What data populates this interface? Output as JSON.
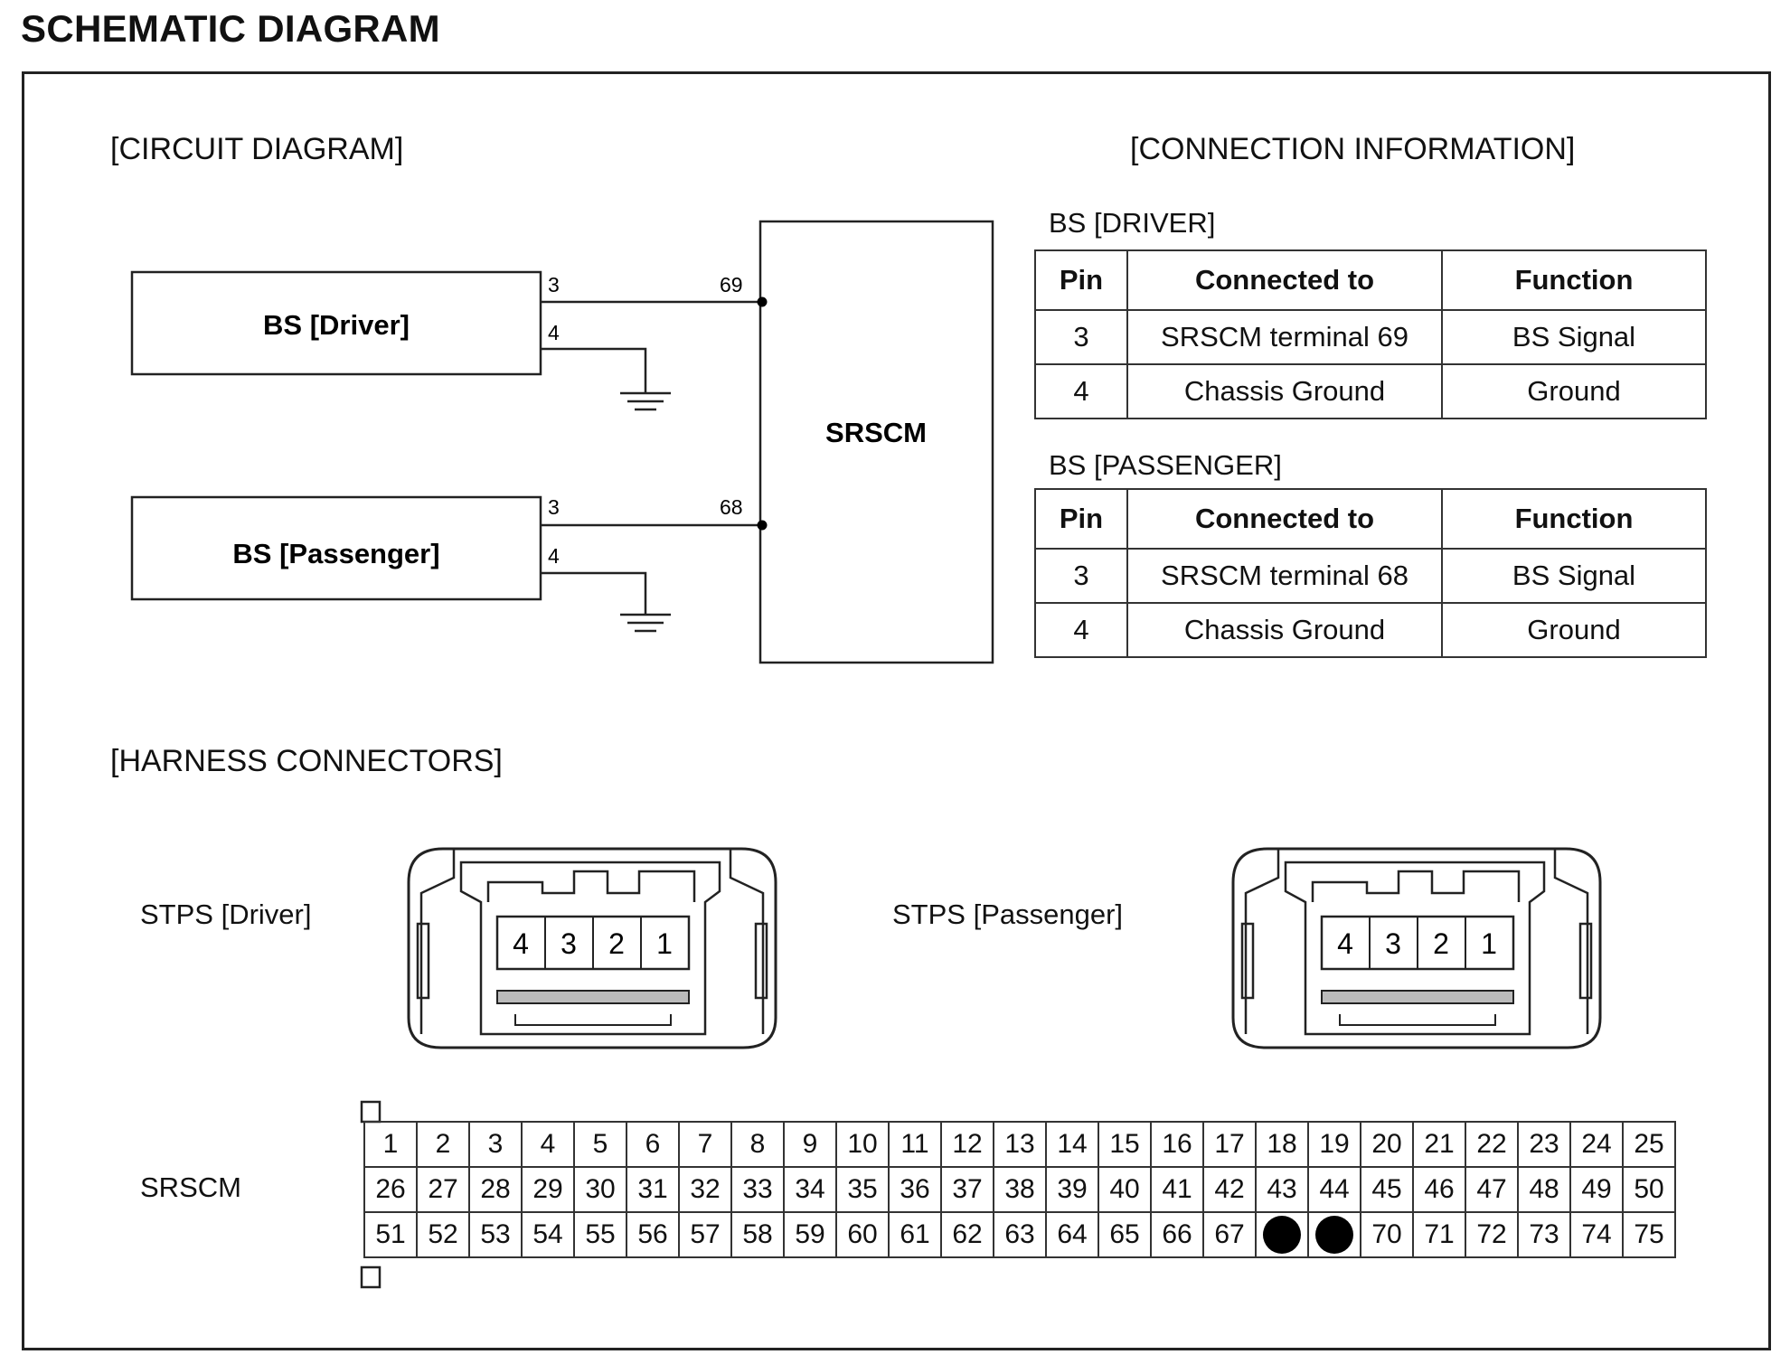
{
  "title": "SCHEMATIC DIAGRAM",
  "circuit": {
    "heading": "[CIRCUIT DIAGRAM]",
    "driver_label": "BS [Driver]",
    "passenger_label": "BS [Passenger]",
    "module_label": "SRSCM",
    "driver_pin_signal": "3",
    "driver_pin_ground": "4",
    "passenger_pin_signal": "3",
    "passenger_pin_ground": "4",
    "srscm_pin_driver": "69",
    "srscm_pin_passenger": "68"
  },
  "connection": {
    "heading": "[CONNECTION INFORMATION]",
    "headers": [
      "Pin",
      "Connected to",
      "Function"
    ],
    "driver": {
      "title": "BS [DRIVER]",
      "rows": [
        [
          "3",
          "SRSCM terminal 69",
          "BS Signal"
        ],
        [
          "4",
          "Chassis Ground",
          "Ground"
        ]
      ]
    },
    "passenger": {
      "title": "BS [PASSENGER]",
      "rows": [
        [
          "3",
          "SRSCM terminal 68",
          "BS Signal"
        ],
        [
          "4",
          "Chassis Ground",
          "Ground"
        ]
      ]
    }
  },
  "harness": {
    "heading": "[HARNESS CONNECTORS]",
    "stps_driver": {
      "label": "STPS [Driver]",
      "pins": [
        "4",
        "3",
        "2",
        "1"
      ]
    },
    "stps_passenger": {
      "label": "STPS [Passenger]",
      "pins": [
        "4",
        "3",
        "2",
        "1"
      ]
    },
    "srscm": {
      "label": "SRSCM",
      "rows": [
        [
          "1",
          "2",
          "3",
          "4",
          "5",
          "6",
          "7",
          "8",
          "9",
          "10",
          "11",
          "12",
          "13",
          "14",
          "15",
          "16",
          "17",
          "18",
          "19",
          "20",
          "21",
          "22",
          "23",
          "24",
          "25"
        ],
        [
          "26",
          "27",
          "28",
          "29",
          "30",
          "31",
          "32",
          "33",
          "34",
          "35",
          "36",
          "37",
          "38",
          "39",
          "40",
          "41",
          "42",
          "43",
          "44",
          "45",
          "46",
          "47",
          "48",
          "49",
          "50"
        ],
        [
          "51",
          "52",
          "53",
          "54",
          "55",
          "56",
          "57",
          "58",
          "59",
          "60",
          "61",
          "62",
          "63",
          "64",
          "65",
          "66",
          "67",
          "",
          "",
          "70",
          "71",
          "72",
          "73",
          "74",
          "75"
        ]
      ],
      "filled_cells": [
        [
          2,
          17
        ],
        [
          2,
          18
        ]
      ]
    }
  }
}
